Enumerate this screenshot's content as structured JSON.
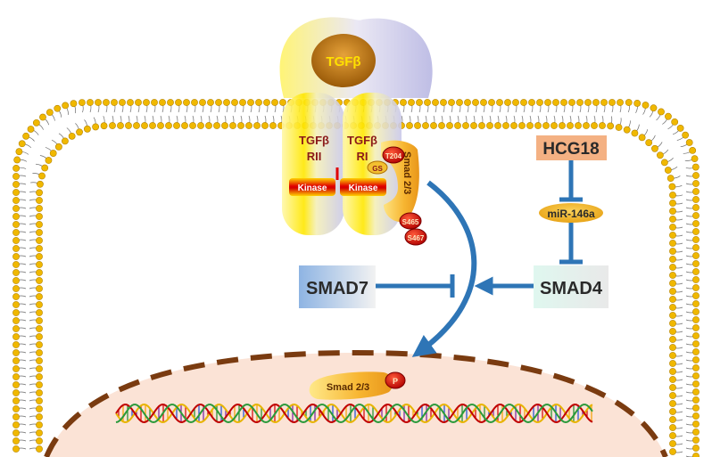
{
  "ligand": {
    "label": "TGFβ"
  },
  "receptors": {
    "rii_label": [
      "TGFβ",
      "RII"
    ],
    "ri_label": [
      "TGFβ",
      "RI"
    ],
    "kinase_label": "Kinase",
    "gs_label": "GS"
  },
  "smad_membrane": {
    "label": "Smad 2/3",
    "sites": [
      "T204",
      "S465",
      "S467"
    ]
  },
  "regulators": {
    "hcg18": "HCG18",
    "mir": "miR-146a",
    "smad4": "SMAD4",
    "smad7": "SMAD7"
  },
  "nucleus": {
    "smad_label": "Smad 2/3",
    "phospho_label": "P"
  },
  "colors": {
    "arrow_blue": "#2e75b6",
    "bead": "#f0b800",
    "nucleus_fill": "#fbe3d6",
    "nucleus_border": "#7a3b10",
    "hcg18_fill": "#f4b183",
    "smad_orange": "#f7b531",
    "site_red": "#c00000"
  }
}
